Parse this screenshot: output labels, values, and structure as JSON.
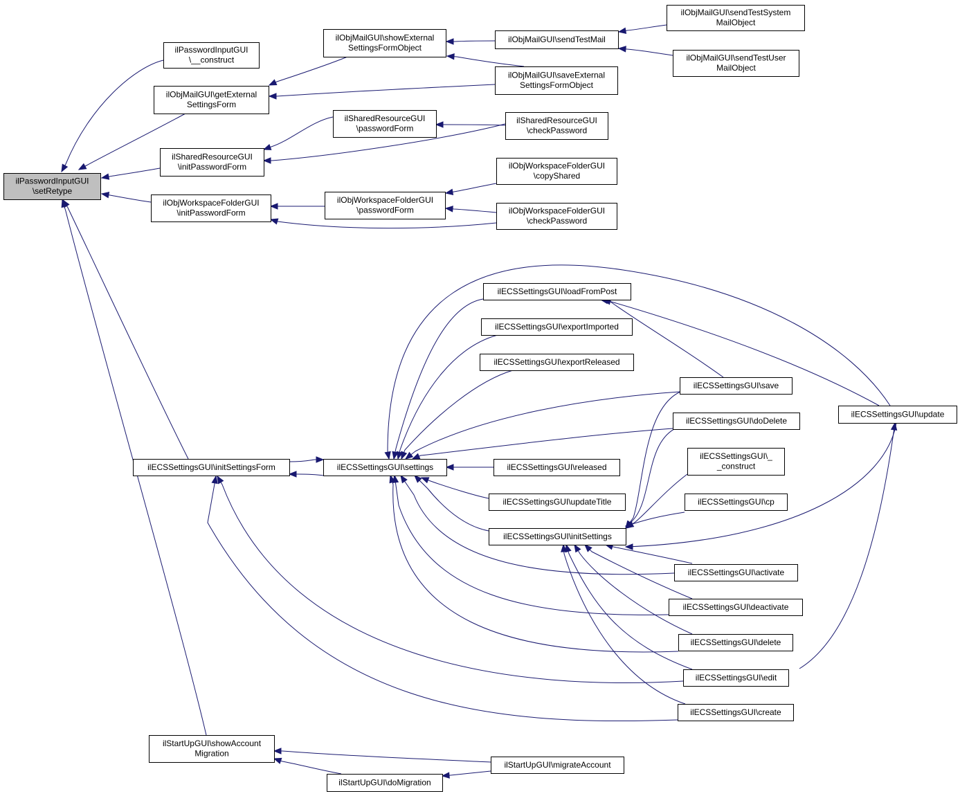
{
  "graph": {
    "nodes": [
      {
        "id": "root",
        "lines": [
          "ilPasswordInputGUI",
          "\\setRetype"
        ],
        "root": true
      },
      {
        "id": "pwd_construct",
        "lines": [
          "ilPasswordInputGUI",
          "\\__construct"
        ]
      },
      {
        "id": "mail_getExt",
        "lines": [
          "ilObjMailGUI\\getExternal",
          "SettingsForm"
        ]
      },
      {
        "id": "mail_showExt",
        "lines": [
          "ilObjMailGUI\\showExternal",
          "SettingsFormObject"
        ]
      },
      {
        "id": "mail_sendTest",
        "lines": [
          "ilObjMailGUI\\sendTestMail"
        ]
      },
      {
        "id": "mail_sendSys",
        "lines": [
          "ilObjMailGUI\\sendTestSystem",
          "MailObject"
        ]
      },
      {
        "id": "mail_sendUser",
        "lines": [
          "ilObjMailGUI\\sendTestUser",
          "MailObject"
        ]
      },
      {
        "id": "mail_saveExt",
        "lines": [
          "ilObjMailGUI\\saveExternal",
          "SettingsFormObject"
        ]
      },
      {
        "id": "shared_init",
        "lines": [
          "ilSharedResourceGUI",
          "\\initPasswordForm"
        ]
      },
      {
        "id": "shared_pf",
        "lines": [
          "ilSharedResourceGUI",
          "\\passwordForm"
        ]
      },
      {
        "id": "shared_check",
        "lines": [
          "ilSharedResourceGUI",
          "\\checkPassword"
        ]
      },
      {
        "id": "ws_init",
        "lines": [
          "ilObjWorkspaceFolderGUI",
          "\\initPasswordForm"
        ]
      },
      {
        "id": "ws_pf",
        "lines": [
          "ilObjWorkspaceFolderGUI",
          "\\passwordForm"
        ]
      },
      {
        "id": "ws_copy",
        "lines": [
          "ilObjWorkspaceFolderGUI",
          "\\copyShared"
        ]
      },
      {
        "id": "ws_check",
        "lines": [
          "ilObjWorkspaceFolderGUI",
          "\\checkPassword"
        ]
      },
      {
        "id": "ecs_initForm",
        "lines": [
          "ilECSSettingsGUI\\initSettingsForm"
        ]
      },
      {
        "id": "ecs_settings",
        "lines": [
          "ilECSSettingsGUI\\settings"
        ]
      },
      {
        "id": "ecs_load",
        "lines": [
          "ilECSSettingsGUI\\loadFromPost"
        ]
      },
      {
        "id": "ecs_expImp",
        "lines": [
          "ilECSSettingsGUI\\exportImported"
        ]
      },
      {
        "id": "ecs_expRel",
        "lines": [
          "ilECSSettingsGUI\\exportReleased"
        ]
      },
      {
        "id": "ecs_save",
        "lines": [
          "ilECSSettingsGUI\\save"
        ]
      },
      {
        "id": "ecs_doDelete",
        "lines": [
          "ilECSSettingsGUI\\doDelete"
        ]
      },
      {
        "id": "ecs_construct",
        "lines": [
          "ilECSSettingsGUI\\_",
          "_construct"
        ]
      },
      {
        "id": "ecs_released",
        "lines": [
          "ilECSSettingsGUI\\released"
        ]
      },
      {
        "id": "ecs_updTitle",
        "lines": [
          "ilECSSettingsGUI\\updateTitle"
        ]
      },
      {
        "id": "ecs_cp",
        "lines": [
          "ilECSSettingsGUI\\cp"
        ]
      },
      {
        "id": "ecs_initSet",
        "lines": [
          "ilECSSettingsGUI\\initSettings"
        ]
      },
      {
        "id": "ecs_activate",
        "lines": [
          "ilECSSettingsGUI\\activate"
        ]
      },
      {
        "id": "ecs_deactivate",
        "lines": [
          "ilECSSettingsGUI\\deactivate"
        ]
      },
      {
        "id": "ecs_delete",
        "lines": [
          "ilECSSettingsGUI\\delete"
        ]
      },
      {
        "id": "ecs_edit",
        "lines": [
          "ilECSSettingsGUI\\edit"
        ]
      },
      {
        "id": "ecs_create",
        "lines": [
          "ilECSSettingsGUI\\create"
        ]
      },
      {
        "id": "ecs_update",
        "lines": [
          "ilECSSettingsGUI\\update"
        ]
      },
      {
        "id": "su_showAcc",
        "lines": [
          "ilStartUpGUI\\showAccount",
          "Migration"
        ]
      },
      {
        "id": "su_migrate",
        "lines": [
          "ilStartUpGUI\\migrateAccount"
        ]
      },
      {
        "id": "su_doMig",
        "lines": [
          "ilStartUpGUI\\doMigration"
        ]
      }
    ],
    "edges": [
      {
        "from": "pwd_construct",
        "to": "root"
      },
      {
        "from": "mail_getExt",
        "to": "root"
      },
      {
        "from": "shared_init",
        "to": "root"
      },
      {
        "from": "ws_init",
        "to": "root"
      },
      {
        "from": "ecs_initForm",
        "to": "root"
      },
      {
        "from": "su_showAcc",
        "to": "root"
      },
      {
        "from": "mail_showExt",
        "to": "mail_getExt"
      },
      {
        "from": "mail_saveExt",
        "to": "mail_getExt"
      },
      {
        "from": "mail_sendTest",
        "to": "mail_showExt"
      },
      {
        "from": "mail_saveExt",
        "to": "mail_showExt"
      },
      {
        "from": "mail_sendSys",
        "to": "mail_sendTest"
      },
      {
        "from": "mail_sendUser",
        "to": "mail_sendTest"
      },
      {
        "from": "shared_pf",
        "to": "shared_init"
      },
      {
        "from": "shared_check",
        "to": "shared_init"
      },
      {
        "from": "shared_check",
        "to": "shared_pf"
      },
      {
        "from": "ws_pf",
        "to": "ws_init"
      },
      {
        "from": "ws_check",
        "to": "ws_init"
      },
      {
        "from": "ws_copy",
        "to": "ws_pf"
      },
      {
        "from": "ws_check",
        "to": "ws_pf"
      },
      {
        "from": "ecs_settings",
        "to": "ecs_initForm"
      },
      {
        "from": "ecs_initForm",
        "to": "ecs_settings"
      },
      {
        "from": "ecs_edit",
        "to": "ecs_initForm"
      },
      {
        "from": "ecs_create",
        "to": "ecs_initForm"
      },
      {
        "from": "ecs_load",
        "to": "ecs_settings"
      },
      {
        "from": "ecs_expImp",
        "to": "ecs_settings"
      },
      {
        "from": "ecs_expRel",
        "to": "ecs_settings"
      },
      {
        "from": "ecs_save",
        "to": "ecs_settings"
      },
      {
        "from": "ecs_doDelete",
        "to": "ecs_settings"
      },
      {
        "from": "ecs_released",
        "to": "ecs_settings"
      },
      {
        "from": "ecs_updTitle",
        "to": "ecs_settings"
      },
      {
        "from": "ecs_initSet",
        "to": "ecs_settings"
      },
      {
        "from": "ecs_activate",
        "to": "ecs_settings"
      },
      {
        "from": "ecs_deactivate",
        "to": "ecs_settings"
      },
      {
        "from": "ecs_delete",
        "to": "ecs_settings"
      },
      {
        "from": "ecs_update",
        "to": "ecs_settings"
      },
      {
        "from": "ecs_save",
        "to": "ecs_load"
      },
      {
        "from": "ecs_update",
        "to": "ecs_load"
      },
      {
        "from": "ecs_save",
        "to": "ecs_initSet"
      },
      {
        "from": "ecs_doDelete",
        "to": "ecs_initSet"
      },
      {
        "from": "ecs_construct",
        "to": "ecs_initSet"
      },
      {
        "from": "ecs_cp",
        "to": "ecs_initSet"
      },
      {
        "from": "ecs_update",
        "to": "ecs_initSet"
      },
      {
        "from": "ecs_activate",
        "to": "ecs_initSet"
      },
      {
        "from": "ecs_deactivate",
        "to": "ecs_initSet"
      },
      {
        "from": "ecs_delete",
        "to": "ecs_initSet"
      },
      {
        "from": "ecs_edit",
        "to": "ecs_initSet"
      },
      {
        "from": "ecs_create",
        "to": "ecs_initSet"
      },
      {
        "from": "ecs_edit",
        "to": "ecs_update"
      },
      {
        "from": "su_migrate",
        "to": "su_showAcc"
      },
      {
        "from": "su_doMig",
        "to": "su_showAcc"
      },
      {
        "from": "su_migrate",
        "to": "su_doMig"
      }
    ]
  }
}
